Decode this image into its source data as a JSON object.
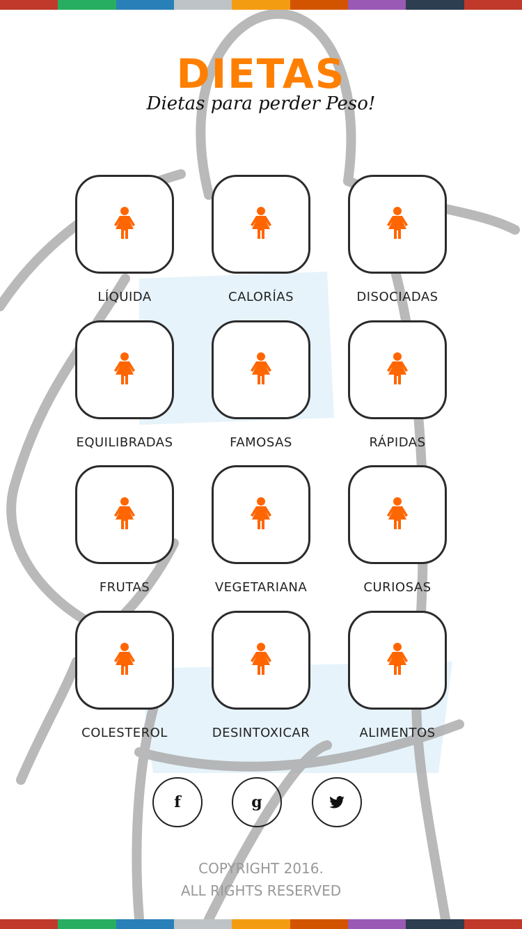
{
  "stripe_colors": [
    "#c0392b",
    "#27ae60",
    "#2980b9",
    "#bdc3c7",
    "#f39c12",
    "#d35400",
    "#9b59b6",
    "#2c3e50",
    "#c0392b"
  ],
  "header": {
    "title": "DIETAS",
    "subtitle": "Dietas para perder Peso!"
  },
  "accent": "#ff6600",
  "categories": [
    {
      "label": "LÍQUIDA",
      "icon": "woman-icon"
    },
    {
      "label": "CALORÍAS",
      "icon": "woman-icon"
    },
    {
      "label": "DISOCIADAS",
      "icon": "woman-icon"
    },
    {
      "label": "EQUILIBRADAS",
      "icon": "woman-icon"
    },
    {
      "label": "FAMOSAS",
      "icon": "woman-icon"
    },
    {
      "label": "RÁPIDAS",
      "icon": "woman-icon"
    },
    {
      "label": "FRUTAS",
      "icon": "woman-icon"
    },
    {
      "label": "VEGETARIANA",
      "icon": "woman-icon"
    },
    {
      "label": "CURIOSAS",
      "icon": "woman-icon"
    },
    {
      "label": "COLESTEROL",
      "icon": "woman-icon"
    },
    {
      "label": "DESINTOXICAR",
      "icon": "woman-icon"
    },
    {
      "label": "ALIMENTOS",
      "icon": "woman-icon"
    }
  ],
  "social": [
    {
      "name": "facebook",
      "glyph": "f"
    },
    {
      "name": "google",
      "glyph": "g"
    },
    {
      "name": "twitter",
      "glyph": ""
    }
  ],
  "footer": {
    "line1": "COPYRIGHT 2016.",
    "line2": "ALL RIGHTS RESERVED"
  }
}
